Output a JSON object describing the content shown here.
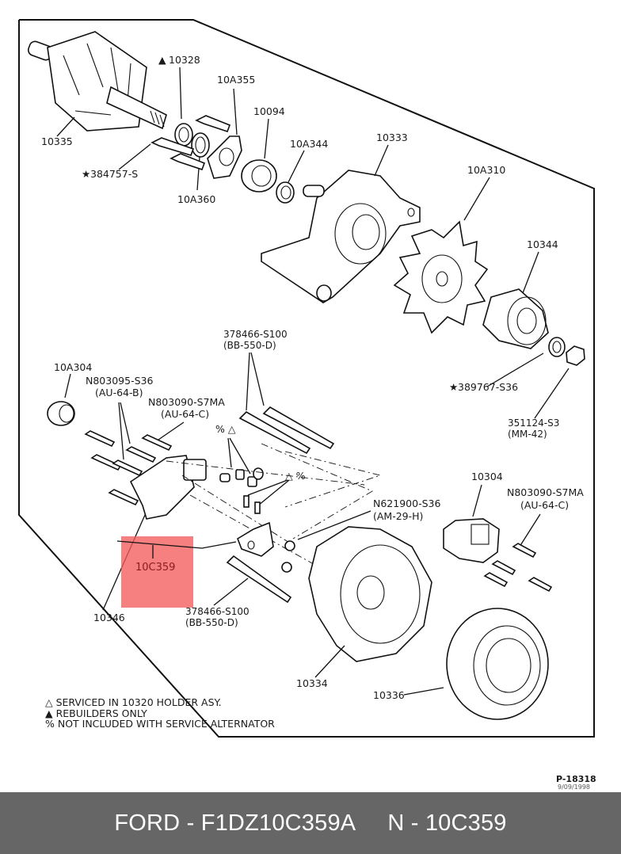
{
  "diagram": {
    "title": "Alternator exploded parts view",
    "labels": {
      "p10335": "10335",
      "p10328": "10328",
      "p10A355": "10A355",
      "p10094": "10094",
      "p384757": "384757-S",
      "p10A360": "10A360",
      "p10A344": "10A344",
      "p10333": "10333",
      "p10A310": "10A310",
      "p10344": "10344",
      "p378466_top": "378466-S100",
      "p378466_top_code": "(BB-550-D)",
      "p389767": "389767-S36",
      "p351124": "351124-S3",
      "p351124_code": "(MM-42)",
      "p10A304": "10A304",
      "pN803095": "N803095-S36",
      "pN803095_code": "(AU-64-B)",
      "pN803090_left": "N803090-S7MA",
      "pN803090_left_code": "(AU-64-C)",
      "pct_tri_1": "% △",
      "tri_pct_2": "△ %",
      "p10304": "10304",
      "pN803090_right": "N803090-S7MA",
      "pN803090_right_code": "(AU-64-C)",
      "pN621900": "N621900-S36",
      "pN621900_code": "(AM-29-H)",
      "p10C359": "10C359",
      "p10346": "10346",
      "p378466_bottom": "378466-S100",
      "p378466_bottom_code": "(BB-550-D)",
      "p10334": "10334",
      "p10336": "10336"
    },
    "symbols": {
      "rebuilders_only": "▲",
      "star": "★",
      "serviced_in_holder": "△",
      "not_included": "%"
    },
    "legend": [
      "△ SERVICED IN 10320 HOLDER ASY.",
      "▲ REBUILDERS ONLY",
      "% NOT INCLUDED WITH SERVICE ALTERNATOR"
    ],
    "reference": {
      "number": "P-18318",
      "date": "9/09/1998"
    },
    "highlighted_part": "10C359",
    "highlight_color": "#f45b5b"
  },
  "caption": {
    "brand_part": "FORD - F1DZ10C359A",
    "part_number": "N - 10C359"
  }
}
